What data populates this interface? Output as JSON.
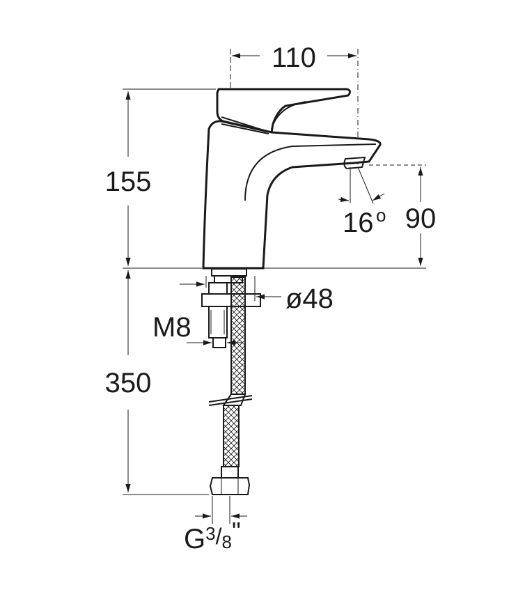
{
  "dimensions": {
    "width_top": "110",
    "height_body": "155",
    "height_spout": "90",
    "angle": "16",
    "angle_degree_mark": "o",
    "base_diameter": "ø48",
    "thread": "M8",
    "hose_length": "350",
    "connection_prefix": "G",
    "connection_numerator": "3",
    "connection_slash": "/",
    "connection_denominator": "8",
    "connection_quote": "\""
  }
}
